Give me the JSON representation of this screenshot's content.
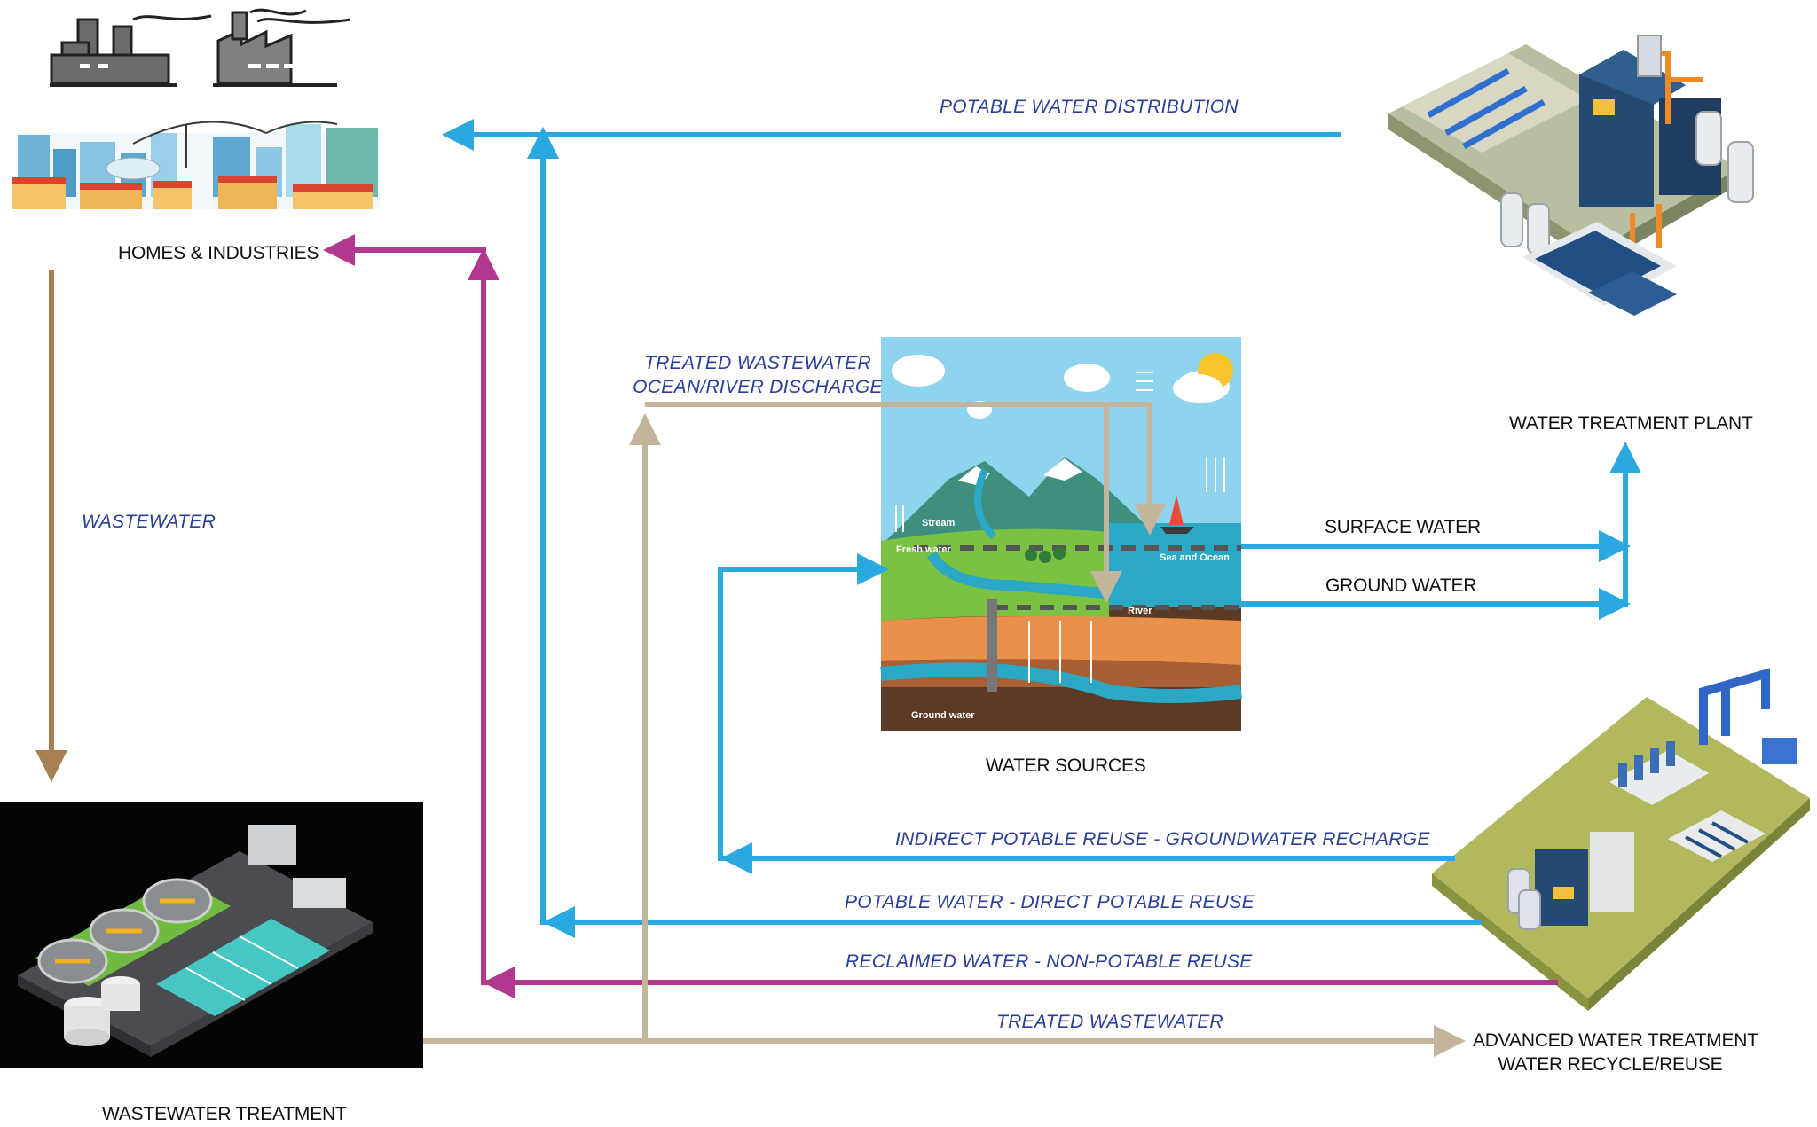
{
  "nodes": {
    "homes": "HOMES & INDUSTRIES",
    "wastewater_treatment": "WASTEWATER TREATMENT",
    "water_sources": "WATER SOURCES",
    "water_treatment_plant": "WATER TREATMENT PLANT",
    "advanced_line1": "ADVANCED WATER TREATMENT",
    "advanced_line2": "WATER RECYCLE/REUSE",
    "surface_water": "SURFACE WATER",
    "ground_water": "GROUND WATER"
  },
  "flows": {
    "potable_distribution": "POTABLE WATER DISTRIBUTION",
    "wastewater": "WASTEWATER",
    "discharge_line1": "TREATED WASTEWATER",
    "discharge_line2": "OCEAN/RIVER DISCHARGE",
    "indirect_reuse": "INDIRECT POTABLE REUSE - GROUNDWATER RECHARGE",
    "direct_reuse": "POTABLE WATER  - DIRECT POTABLE REUSE",
    "reclaimed": "RECLAIMED WATER - NON-POTABLE REUSE",
    "treated": "TREATED WASTEWATER"
  },
  "cycle_labels": {
    "stream": "Stream",
    "fresh_water": "Fresh water",
    "sea_ocean": "Sea and Ocean",
    "river": "River",
    "ground_water": "Ground water"
  },
  "colors": {
    "potable_blue": "#2aa8e0",
    "reuse_magenta": "#b0388f",
    "wastewater_brown": "#a87f52",
    "treated_beige": "#c4b49c",
    "label_blue": "#2b3f9a"
  }
}
